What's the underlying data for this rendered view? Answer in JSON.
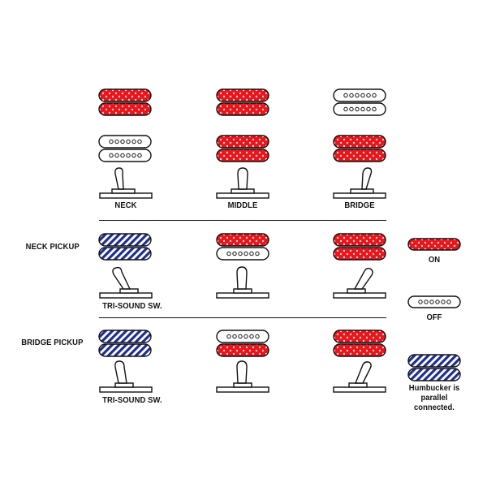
{
  "columns": [
    {
      "label": "NECK"
    },
    {
      "label": "MIDDLE"
    },
    {
      "label": "BRIDGE"
    }
  ],
  "rows": [
    {
      "label": "NECK PICKUP",
      "switch_label": "TRI-SOUND SW."
    },
    {
      "label": "BRIDGE PICKUP",
      "switch_label": "TRI-SOUND SW."
    }
  ],
  "legend": {
    "on": "ON",
    "off": "OFF",
    "parallel_line1": "Humbucker is",
    "parallel_line2": "parallel connected."
  },
  "colors": {
    "on_fill": "#e8161c",
    "parallel_fill": "#1f2e8c",
    "outline": "#111111"
  }
}
